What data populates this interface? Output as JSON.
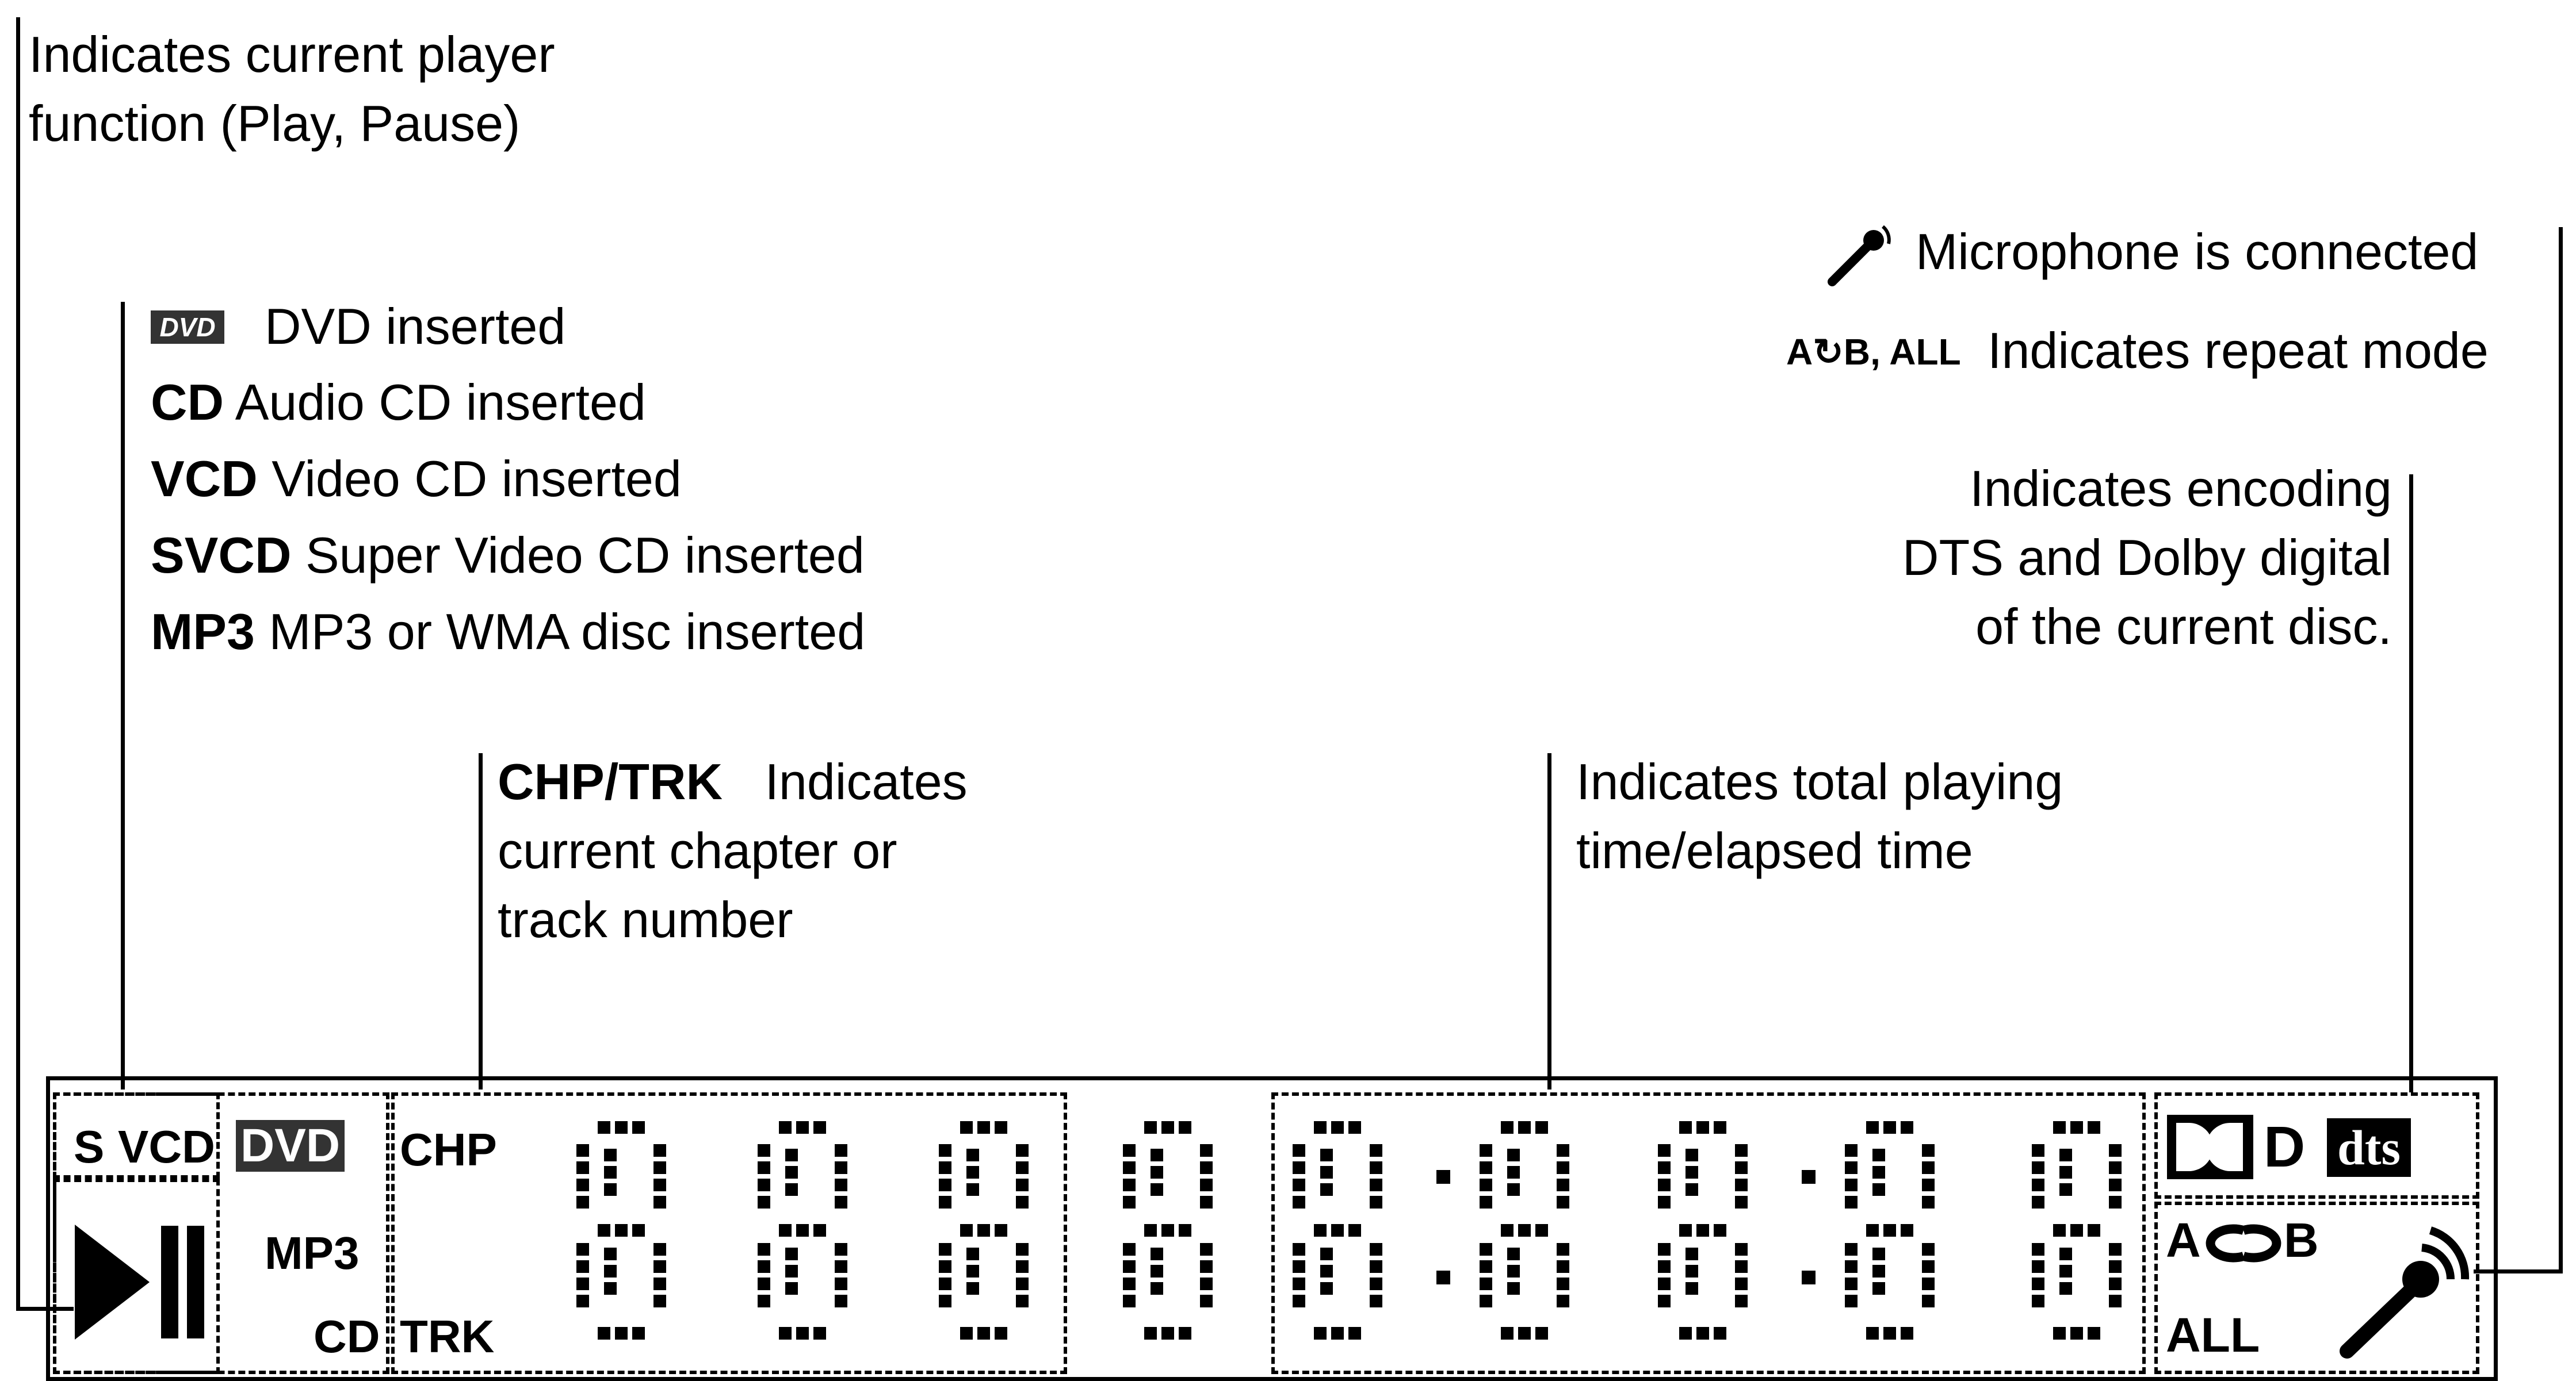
{
  "callouts": {
    "player_function": [
      "Indicates current player",
      "function (Play, Pause)"
    ],
    "microphone": "Microphone is connected",
    "repeat_icon_text": "A↻B, ALL",
    "repeat_mode": "Indicates repeat mode",
    "disc_types": [
      {
        "badge": "DVD",
        "text": "DVD inserted"
      },
      {
        "code": "CD",
        "text": "Audio CD inserted"
      },
      {
        "code": "VCD",
        "text": "Video CD inserted"
      },
      {
        "code": "SVCD",
        "text": "Super Video CD inserted"
      },
      {
        "code": "MP3",
        "text": "MP3 or WMA disc inserted"
      }
    ],
    "encoding": [
      "Indicates encoding",
      "DTS and Dolby digital",
      "of the current disc."
    ],
    "chapter_track": {
      "code": "CHP/TRK",
      "lines": [
        "Indicates",
        "current chapter or",
        "track number"
      ]
    },
    "total_time": [
      "Indicates total playing",
      "time/elapsed time"
    ]
  },
  "display": {
    "disc_label_s": "S",
    "disc_label_vcd": "VCD",
    "disc_label_dvd": "DVD",
    "disc_label_mp3": "MP3",
    "disc_label_cd": "CD",
    "chp": "CHP",
    "trk": "TRK",
    "dolby_d": "D",
    "dts": "dts",
    "repeat_a": "A",
    "repeat_b": "B",
    "repeat_all": "ALL",
    "digit_count": 9
  },
  "icons": [
    "play-pause-icon",
    "microphone-icon",
    "repeat-icon",
    "dolby-digital-icon",
    "dts-logo"
  ]
}
